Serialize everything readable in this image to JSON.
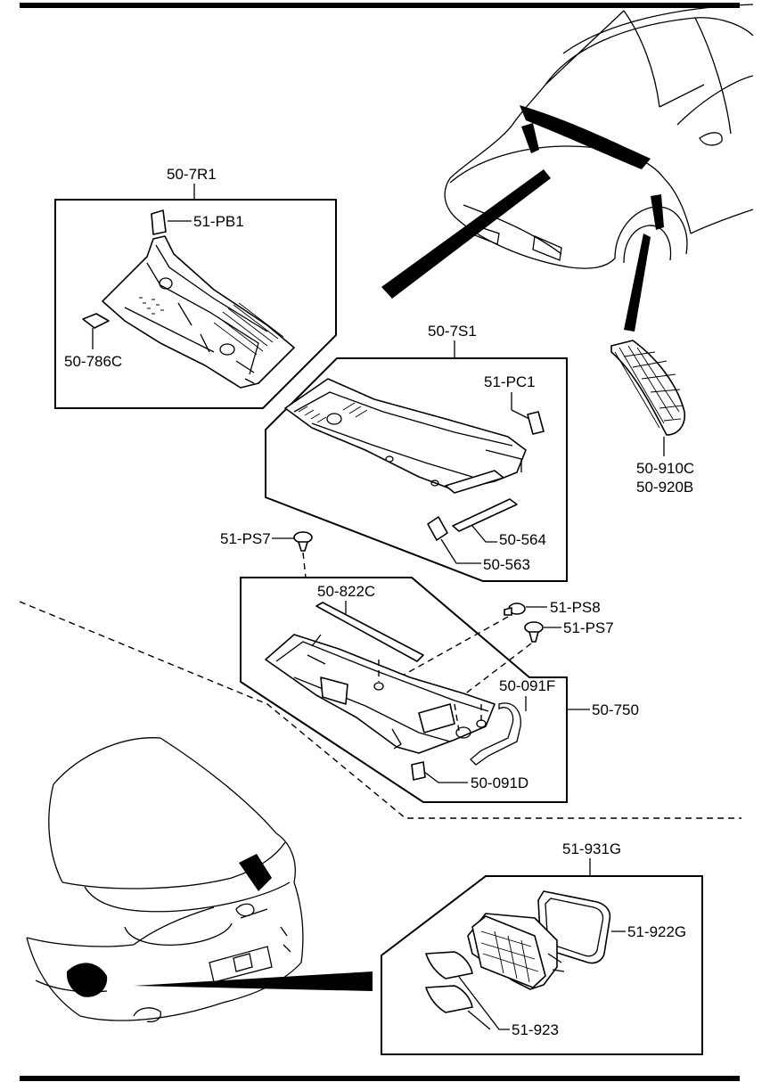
{
  "labels": {
    "cowl_grille_r": "50-7R1",
    "fastener_pb1": "51-PB1",
    "clip_786c": "50-786C",
    "cowl_grille_s": "50-7S1",
    "fastener_pc1": "51-PC1",
    "seal_564": "50-564",
    "seal_563": "50-563",
    "fender_grille_910c": "50-910C",
    "fender_grille_920b": "50-920B",
    "screw_ps7_left": "51-PS7",
    "seal_822c": "50-822C",
    "screw_ps8": "51-PS8",
    "screw_ps7_right": "51-PS7",
    "hose_091f": "50-091F",
    "cowl_panel_750": "50-750",
    "cap_091d": "50-091D",
    "vent_assy_931g": "51-931G",
    "gasket_922g": "51-922G",
    "flap_923": "51-923"
  },
  "colors": {
    "ink": "#000000",
    "paper": "#ffffff"
  }
}
